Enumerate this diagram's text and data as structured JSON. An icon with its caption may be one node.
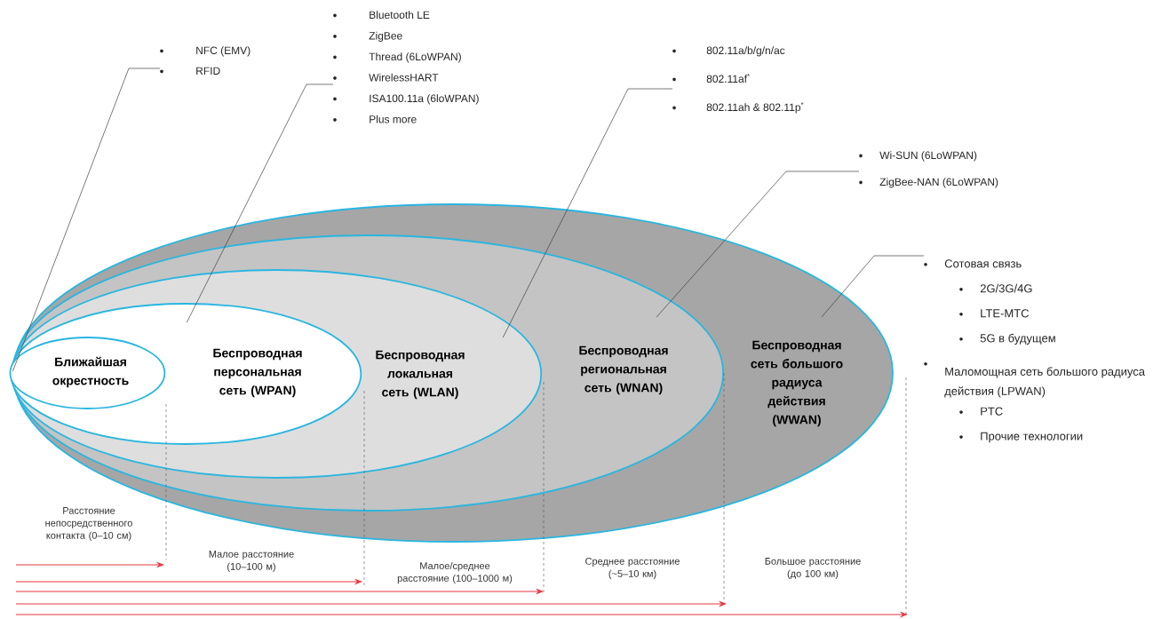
{
  "diagram": {
    "nodes": [
      {
        "text": [
          "Беспроводная сеть большого радиуса действия (WWAN)"
        ]
      },
      {
        "text": [
          "Беспроводная региональная сеть (WNAN)"
        ],
        "in": 0
      },
      {
        "text": [
          "Беспроводная локальная сеть (WLAN)"
        ],
        "in": 1
      },
      {
        "text": [
          "Беспроводная персональная сеть (WPAN)"
        ],
        "in": 2
      },
      {
        "text": [
          "Ближайшая окрестность"
        ],
        "in": 3
      },
      {
        "text": [
          "NFC (EMV)",
          "RFID"
        ]
      },
      {
        "text": [
          "Bluetooth LE",
          "ZigBee",
          "Thread (6LoWPAN)",
          "WirelessHART",
          "ISA100.11a (6loWPAN)",
          "Plus more"
        ]
      },
      {
        "text": [
          "802.11a/b/g/n/ac",
          "802.11af$^{*}$",
          "802.11ah & 802.11p$^{*}$"
        ]
      },
      {
        "text": [
          "Wi-SUN (6LoWPAN)",
          "ZigBee-NAN (6LoWPAN)"
        ]
      },
      {
        "text": [
          "Сотовая связь",
          "2G/3G/4G",
          "LTE-MTC",
          "5G в будущем",
          "Маломощная сеть большого радиуса действия (LPWAN)",
          "PTC",
          "Прочие технологии"
        ]
      }
    ],
    "edges": [
      {
        "from": 5,
        "to": 4,
        "arrow": "none"
      },
      {
        "from": 6,
        "to": 3,
        "arrow": "none"
      },
      {
        "from": 7,
        "to": 2,
        "arrow": "none"
      },
      {
        "from": 8,
        "to": 1,
        "arrow": "none"
      },
      {
        "from": 9,
        "to": 0,
        "arrow": "none"
      }
    ],
    "labels": [
      "Расстояние непосредственного контакта (0–10 см)",
      "Малое расстояние (10–100 м)",
      "Малое/среднее расстояние (100–1000 м)",
      "Среднее расстояние (~5–10 км)",
      "Большое расстояние (до 100 км)"
    ]
  }
}
